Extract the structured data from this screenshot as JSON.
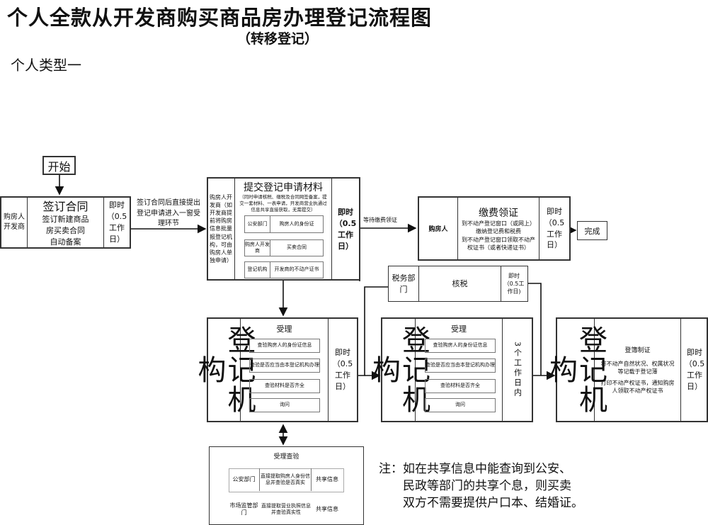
{
  "title": "个人全款从开发商购买商品房办理登记流程图",
  "subtitle": "（转移登记）",
  "type_label": "个人类型一",
  "start": "开始",
  "sign": {
    "party": "购房人开发商",
    "heading": "签订合同",
    "desc1": "签订新建商品",
    "desc2": "房买卖合同",
    "desc3": "自动备案",
    "time": "即时（0.5工作日）"
  },
  "arrow1_label": "签订合同后直接提出登记申请进入一窗受理环节",
  "submit": {
    "party": "购房人开发商（如开发商提前将购房信息批量报登记机构，可由购房人单独申请）",
    "heading": "提交登记申请材料",
    "note": "（同时申请核税、缴税及合同网签备案，提交一套材料、一表申请，开发商营业执通过信息共享直接获取，无需提交）",
    "rows": [
      {
        "who": "公安部门",
        "what": "购房人的身份证"
      },
      {
        "who": "购房人开发商",
        "what": "买卖合同"
      },
      {
        "who": "登记机构",
        "what": "开发商的不动产证书"
      }
    ],
    "time": "即时（0.5工作日）"
  },
  "arrow2_label": "等待缴费领证",
  "pay": {
    "party": "购房人",
    "heading": "缴费领证",
    "desc1": "到不动产登记窗口（或网上）缴纳登记费和税费",
    "desc2": "到不动产登记窗口领取不动产权证书（或者快递证书）",
    "time": "即时（0.5工作日）"
  },
  "done": "完成",
  "tax": {
    "party": "税务部门",
    "task": "核税",
    "time": "即时（0.5工作日)"
  },
  "accept1": {
    "party": "登记机构",
    "heading": "受理",
    "items": [
      "查验购房人的身份证信息",
      "查验是否应当由本登记机构办理",
      "查验材料是否齐全",
      "询问"
    ],
    "time": "即时（0.5工作日）"
  },
  "accept2": {
    "party": "登记机构",
    "heading": "受理",
    "items": [
      "查验购房人的身份证信息",
      "查验是否应当由本登记机构办理",
      "查验材料是否齐全",
      "询问"
    ],
    "time": "3个工作日内"
  },
  "record": {
    "party": "登记机构",
    "heading": "登簿制证",
    "desc1": "将不动产自然状况、权属状况等记载于登记薄",
    "desc2": "打印不动产权证书，通知购房人领取不动产权证书",
    "time": "即时（0.5工作日）"
  },
  "verify": {
    "heading": "受理查验",
    "rows": [
      {
        "who": "公安部门",
        "what": "直接提取购房人身份信息并查验是否真实",
        "how": "共享信息"
      },
      {
        "who": "市场监管部门",
        "what": "直接提取营业执照信息并查验真实性",
        "how": "共享信息"
      }
    ]
  },
  "note": {
    "line1": "注：如在共享信息中能查询到公安、",
    "line2": "民政等部门的共享个息，则买卖",
    "line3": "双方不需要提供户口本、结婚证。"
  }
}
